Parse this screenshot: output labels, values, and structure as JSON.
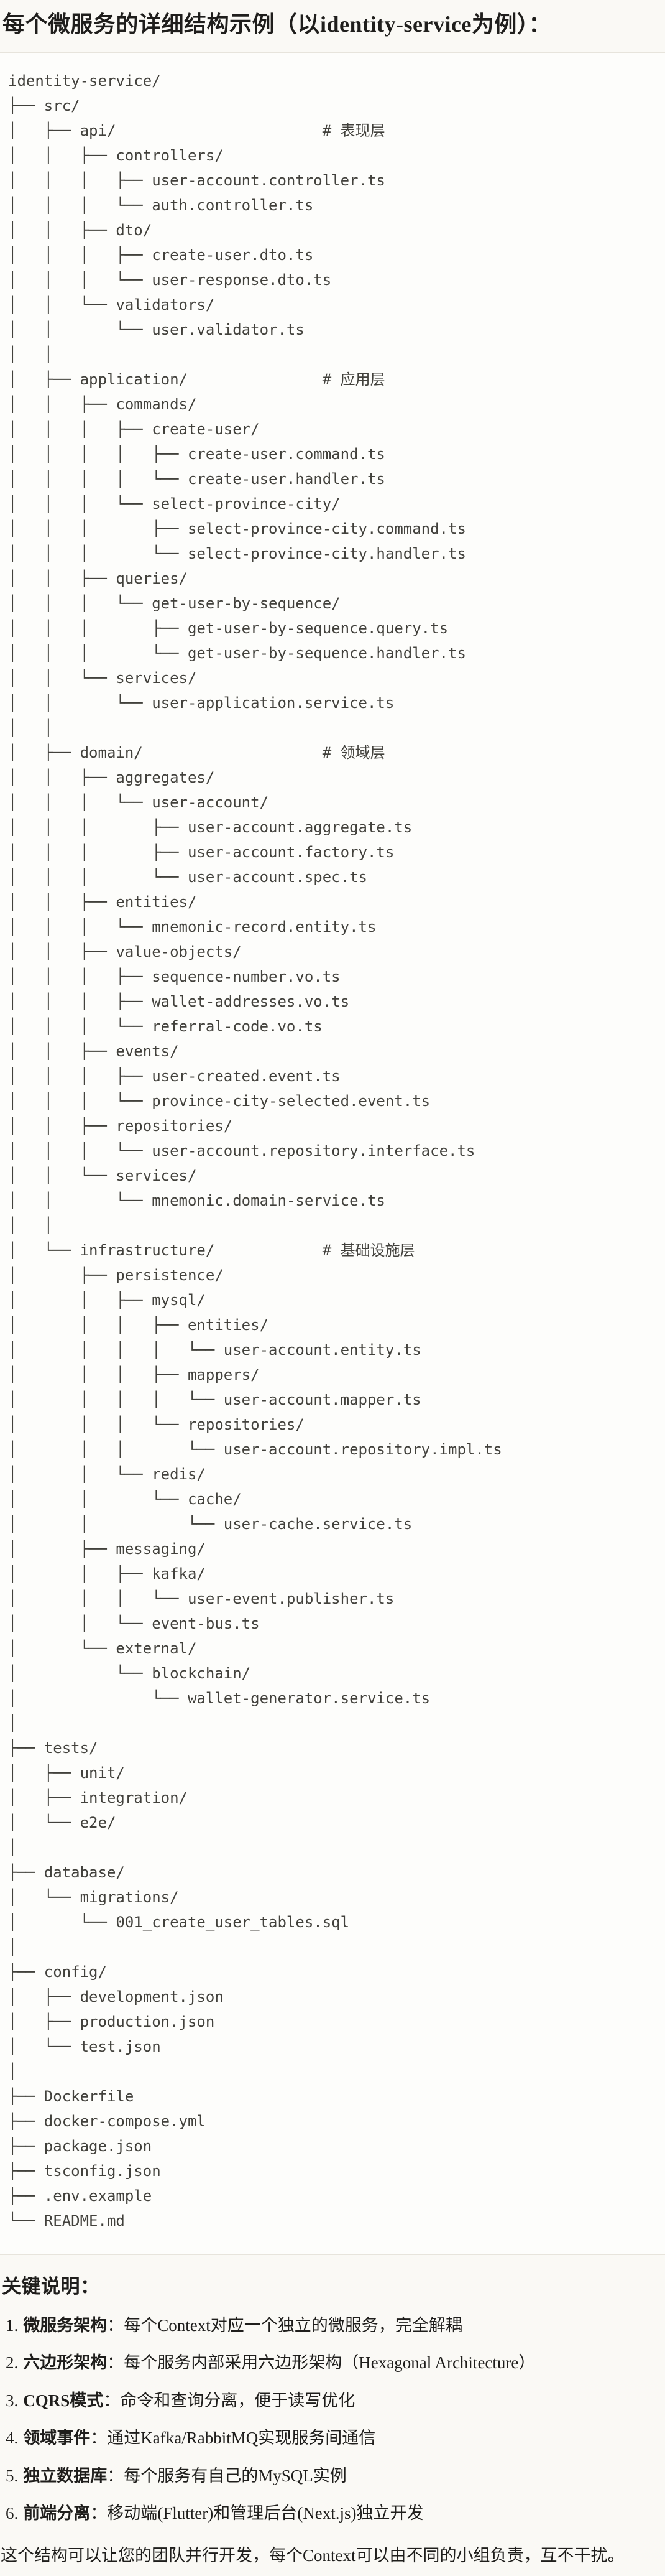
{
  "title": "每个微服务的详细结构示例（以identity-service为例）：",
  "tree": {
    "lines": [
      "identity-service/",
      "├── src/",
      "│   ├── api/                       # 表现层",
      "│   │   ├── controllers/",
      "│   │   │   ├── user-account.controller.ts",
      "│   │   │   └── auth.controller.ts",
      "│   │   ├── dto/",
      "│   │   │   ├── create-user.dto.ts",
      "│   │   │   └── user-response.dto.ts",
      "│   │   └── validators/",
      "│   │       └── user.validator.ts",
      "│   │",
      "│   ├── application/               # 应用层",
      "│   │   ├── commands/",
      "│   │   │   ├── create-user/",
      "│   │   │   │   ├── create-user.command.ts",
      "│   │   │   │   └── create-user.handler.ts",
      "│   │   │   └── select-province-city/",
      "│   │   │       ├── select-province-city.command.ts",
      "│   │   │       └── select-province-city.handler.ts",
      "│   │   ├── queries/",
      "│   │   │   └── get-user-by-sequence/",
      "│   │   │       ├── get-user-by-sequence.query.ts",
      "│   │   │       └── get-user-by-sequence.handler.ts",
      "│   │   └── services/",
      "│   │       └── user-application.service.ts",
      "│   │",
      "│   ├── domain/                    # 领域层",
      "│   │   ├── aggregates/",
      "│   │   │   └── user-account/",
      "│   │   │       ├── user-account.aggregate.ts",
      "│   │   │       ├── user-account.factory.ts",
      "│   │   │       └── user-account.spec.ts",
      "│   │   ├── entities/",
      "│   │   │   └── mnemonic-record.entity.ts",
      "│   │   ├── value-objects/",
      "│   │   │   ├── sequence-number.vo.ts",
      "│   │   │   ├── wallet-addresses.vo.ts",
      "│   │   │   └── referral-code.vo.ts",
      "│   │   ├── events/",
      "│   │   │   ├── user-created.event.ts",
      "│   │   │   └── province-city-selected.event.ts",
      "│   │   ├── repositories/",
      "│   │   │   └── user-account.repository.interface.ts",
      "│   │   └── services/",
      "│   │       └── mnemonic.domain-service.ts",
      "│   │",
      "│   └── infrastructure/            # 基础设施层",
      "│       ├── persistence/",
      "│       │   ├── mysql/",
      "│       │   │   ├── entities/",
      "│       │   │   │   └── user-account.entity.ts",
      "│       │   │   ├── mappers/",
      "│       │   │   │   └── user-account.mapper.ts",
      "│       │   │   └── repositories/",
      "│       │   │       └── user-account.repository.impl.ts",
      "│       │   └── redis/",
      "│       │       └── cache/",
      "│       │           └── user-cache.service.ts",
      "│       ├── messaging/",
      "│       │   ├── kafka/",
      "│       │   │   └── user-event.publisher.ts",
      "│       │   └── event-bus.ts",
      "│       └── external/",
      "│           └── blockchain/",
      "│               └── wallet-generator.service.ts",
      "│",
      "├── tests/",
      "│   ├── unit/",
      "│   ├── integration/",
      "│   └── e2e/",
      "│",
      "├── database/",
      "│   └── migrations/",
      "│       └── 001_create_user_tables.sql",
      "│",
      "├── config/",
      "│   ├── development.json",
      "│   ├── production.json",
      "│   └── test.json",
      "│",
      "├── Dockerfile",
      "├── docker-compose.yml",
      "├── package.json",
      "├── tsconfig.json",
      "├── .env.example",
      "└── README.md"
    ]
  },
  "notes": {
    "heading": "关键说明：",
    "items": [
      {
        "number": "1.",
        "label": "微服务架构",
        "desc": "：每个Context对应一个独立的微服务，完全解耦"
      },
      {
        "number": "2.",
        "label": "六边形架构",
        "desc": "：每个服务内部采用六边形架构（Hexagonal Architecture）"
      },
      {
        "number": "3.",
        "label": "CQRS模式",
        "desc": "：命令和查询分离，便于读写优化"
      },
      {
        "number": "4.",
        "label": "领域事件",
        "desc": "：通过Kafka/RabbitMQ实现服务间通信"
      },
      {
        "number": "5.",
        "label": "独立数据库",
        "desc": "：每个服务有自己的MySQL实例"
      },
      {
        "number": "6.",
        "label": "前端分离",
        "desc": "：移动端(Flutter)和管理后台(Next.js)独立开发"
      }
    ]
  },
  "closing": "这个结构可以让您的团队并行开发，每个Context可以由不同的小组负责，互不干扰。",
  "colors": {
    "page_bg": "#faf9f5",
    "code_bg": "#fdfdfb",
    "border": "#e7e4dc",
    "code_text": "#42413c",
    "text": "#1f1e1c"
  }
}
